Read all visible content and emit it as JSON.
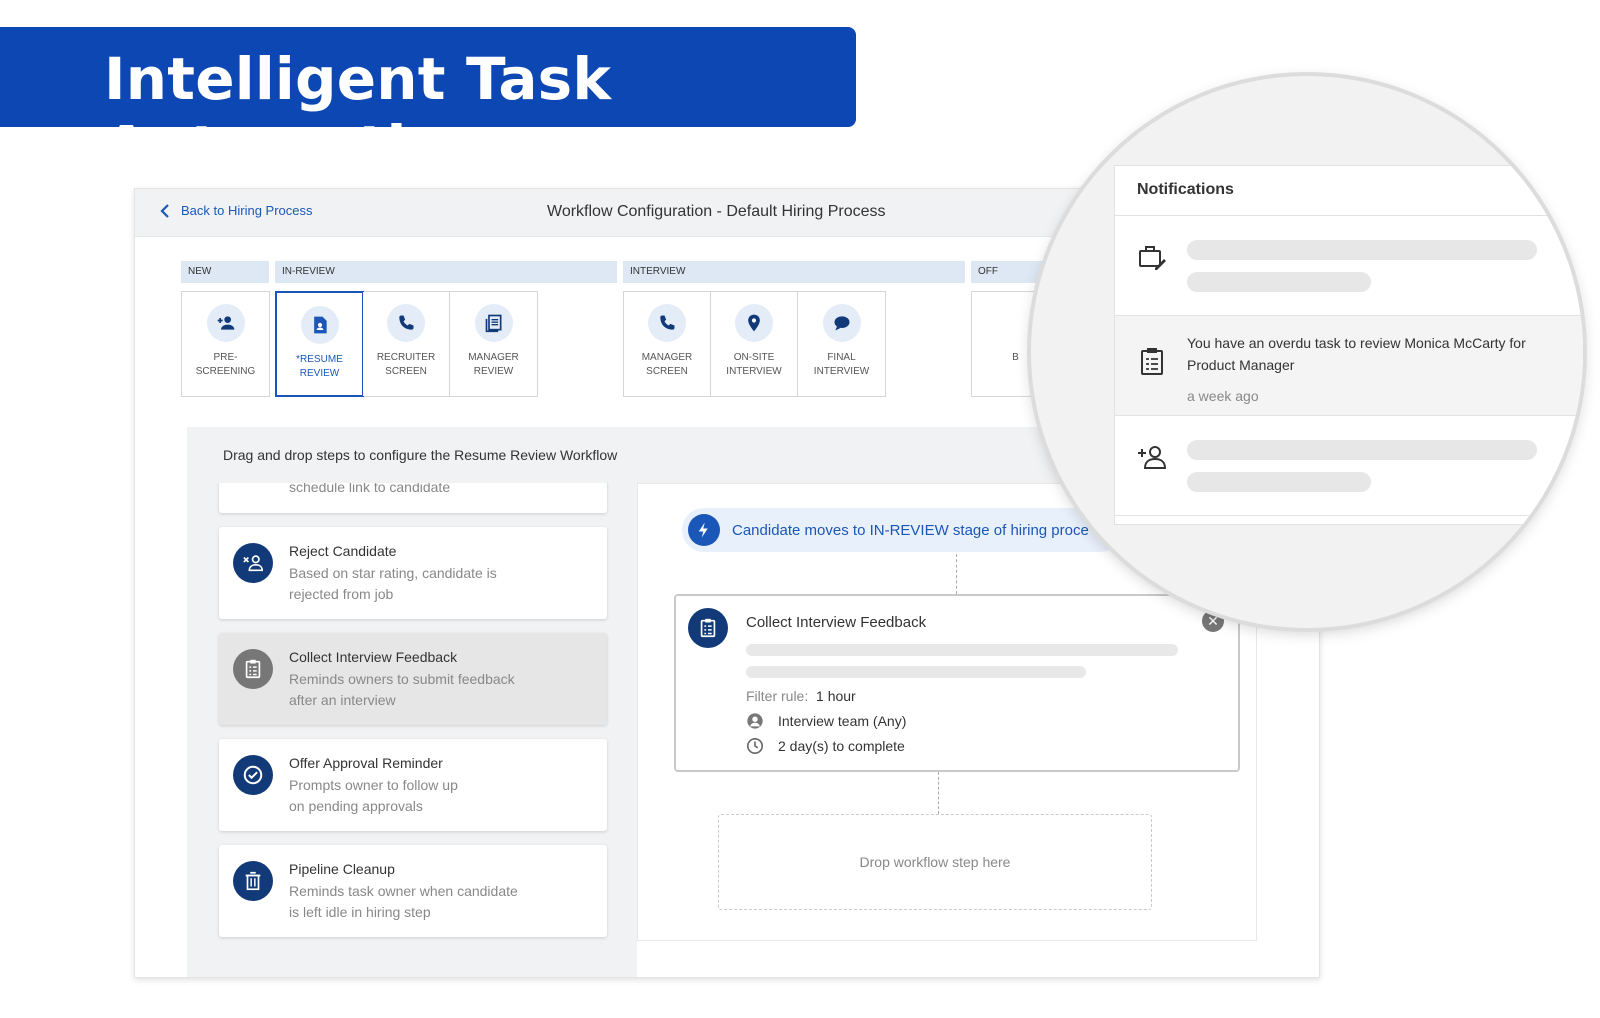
{
  "banner": {
    "title": "Intelligent Task Automation"
  },
  "header": {
    "back_label": "Back to Hiring Process",
    "title": "Workflow Configuration - Default Hiring Process"
  },
  "stages": [
    {
      "name": "NEW",
      "steps": [
        {
          "label": "PRE-\nSCREENING",
          "icon": "add-person-icon"
        }
      ]
    },
    {
      "name": "IN-REVIEW",
      "steps": [
        {
          "label": "*RESUME\nREVIEW",
          "icon": "document-icon",
          "active": true
        },
        {
          "label": "RECRUITER\nSCREEN",
          "icon": "phone-icon"
        },
        {
          "label": "MANAGER\nREVIEW",
          "icon": "list-document-icon"
        }
      ]
    },
    {
      "name": "INTERVIEW",
      "steps": [
        {
          "label": "MANAGER\nSCREEN",
          "icon": "phone-icon"
        },
        {
          "label": "ON-SITE\nINTERVIEW",
          "icon": "location-pin-icon"
        },
        {
          "label": "FINAL\nINTERVIEW",
          "icon": "chat-bubble-icon"
        }
      ]
    },
    {
      "name": "OFF",
      "steps": [
        {
          "label": "B",
          "icon": ""
        }
      ]
    }
  ],
  "builder": {
    "hint": "Drag and drop steps to configure the Resume Review Workflow",
    "library": [
      {
        "title": "",
        "desc": "schedule link to candidate",
        "icon": ""
      },
      {
        "title": "Reject Candidate",
        "desc": "Based on star rating, candidate is\nrejected from job",
        "icon": "remove-person-icon"
      },
      {
        "title": "Collect Interview Feedback",
        "desc": "Reminds owners to submit feedback\nafter an interview",
        "icon": "clipboard-icon",
        "selected": true
      },
      {
        "title": "Offer Approval Reminder",
        "desc": "Prompts owner to follow up\non pending approvals",
        "icon": "verified-badge-icon"
      },
      {
        "title": "Pipeline Cleanup",
        "desc": "Reminds task owner when candidate\nis left idle in hiring step",
        "icon": "trash-icon"
      }
    ]
  },
  "workflow": {
    "trigger": "Candidate moves to IN-REVIEW stage of hiring proce",
    "step": {
      "title": "Collect Interview Feedback",
      "filter_label": "Filter rule:",
      "filter_value": "1 hour",
      "assignee": "Interview team (Any)",
      "due": "2 day(s) to complete"
    },
    "drop_zone": "Drop workflow step here"
  },
  "notifications": {
    "title": "Notifications",
    "items": [
      {
        "icon": "briefcase-edit-icon",
        "text": "",
        "time": ""
      },
      {
        "icon": "clipboard-icon",
        "text": "You have an overdu task to review Monica McCarty for Product Manager",
        "time": "a week ago"
      },
      {
        "icon": "add-person-icon",
        "text": "",
        "time": ""
      }
    ]
  },
  "colors": {
    "brand": "#0d47b3",
    "accent": "#1a57b8",
    "dark_icon": "#123a78"
  }
}
